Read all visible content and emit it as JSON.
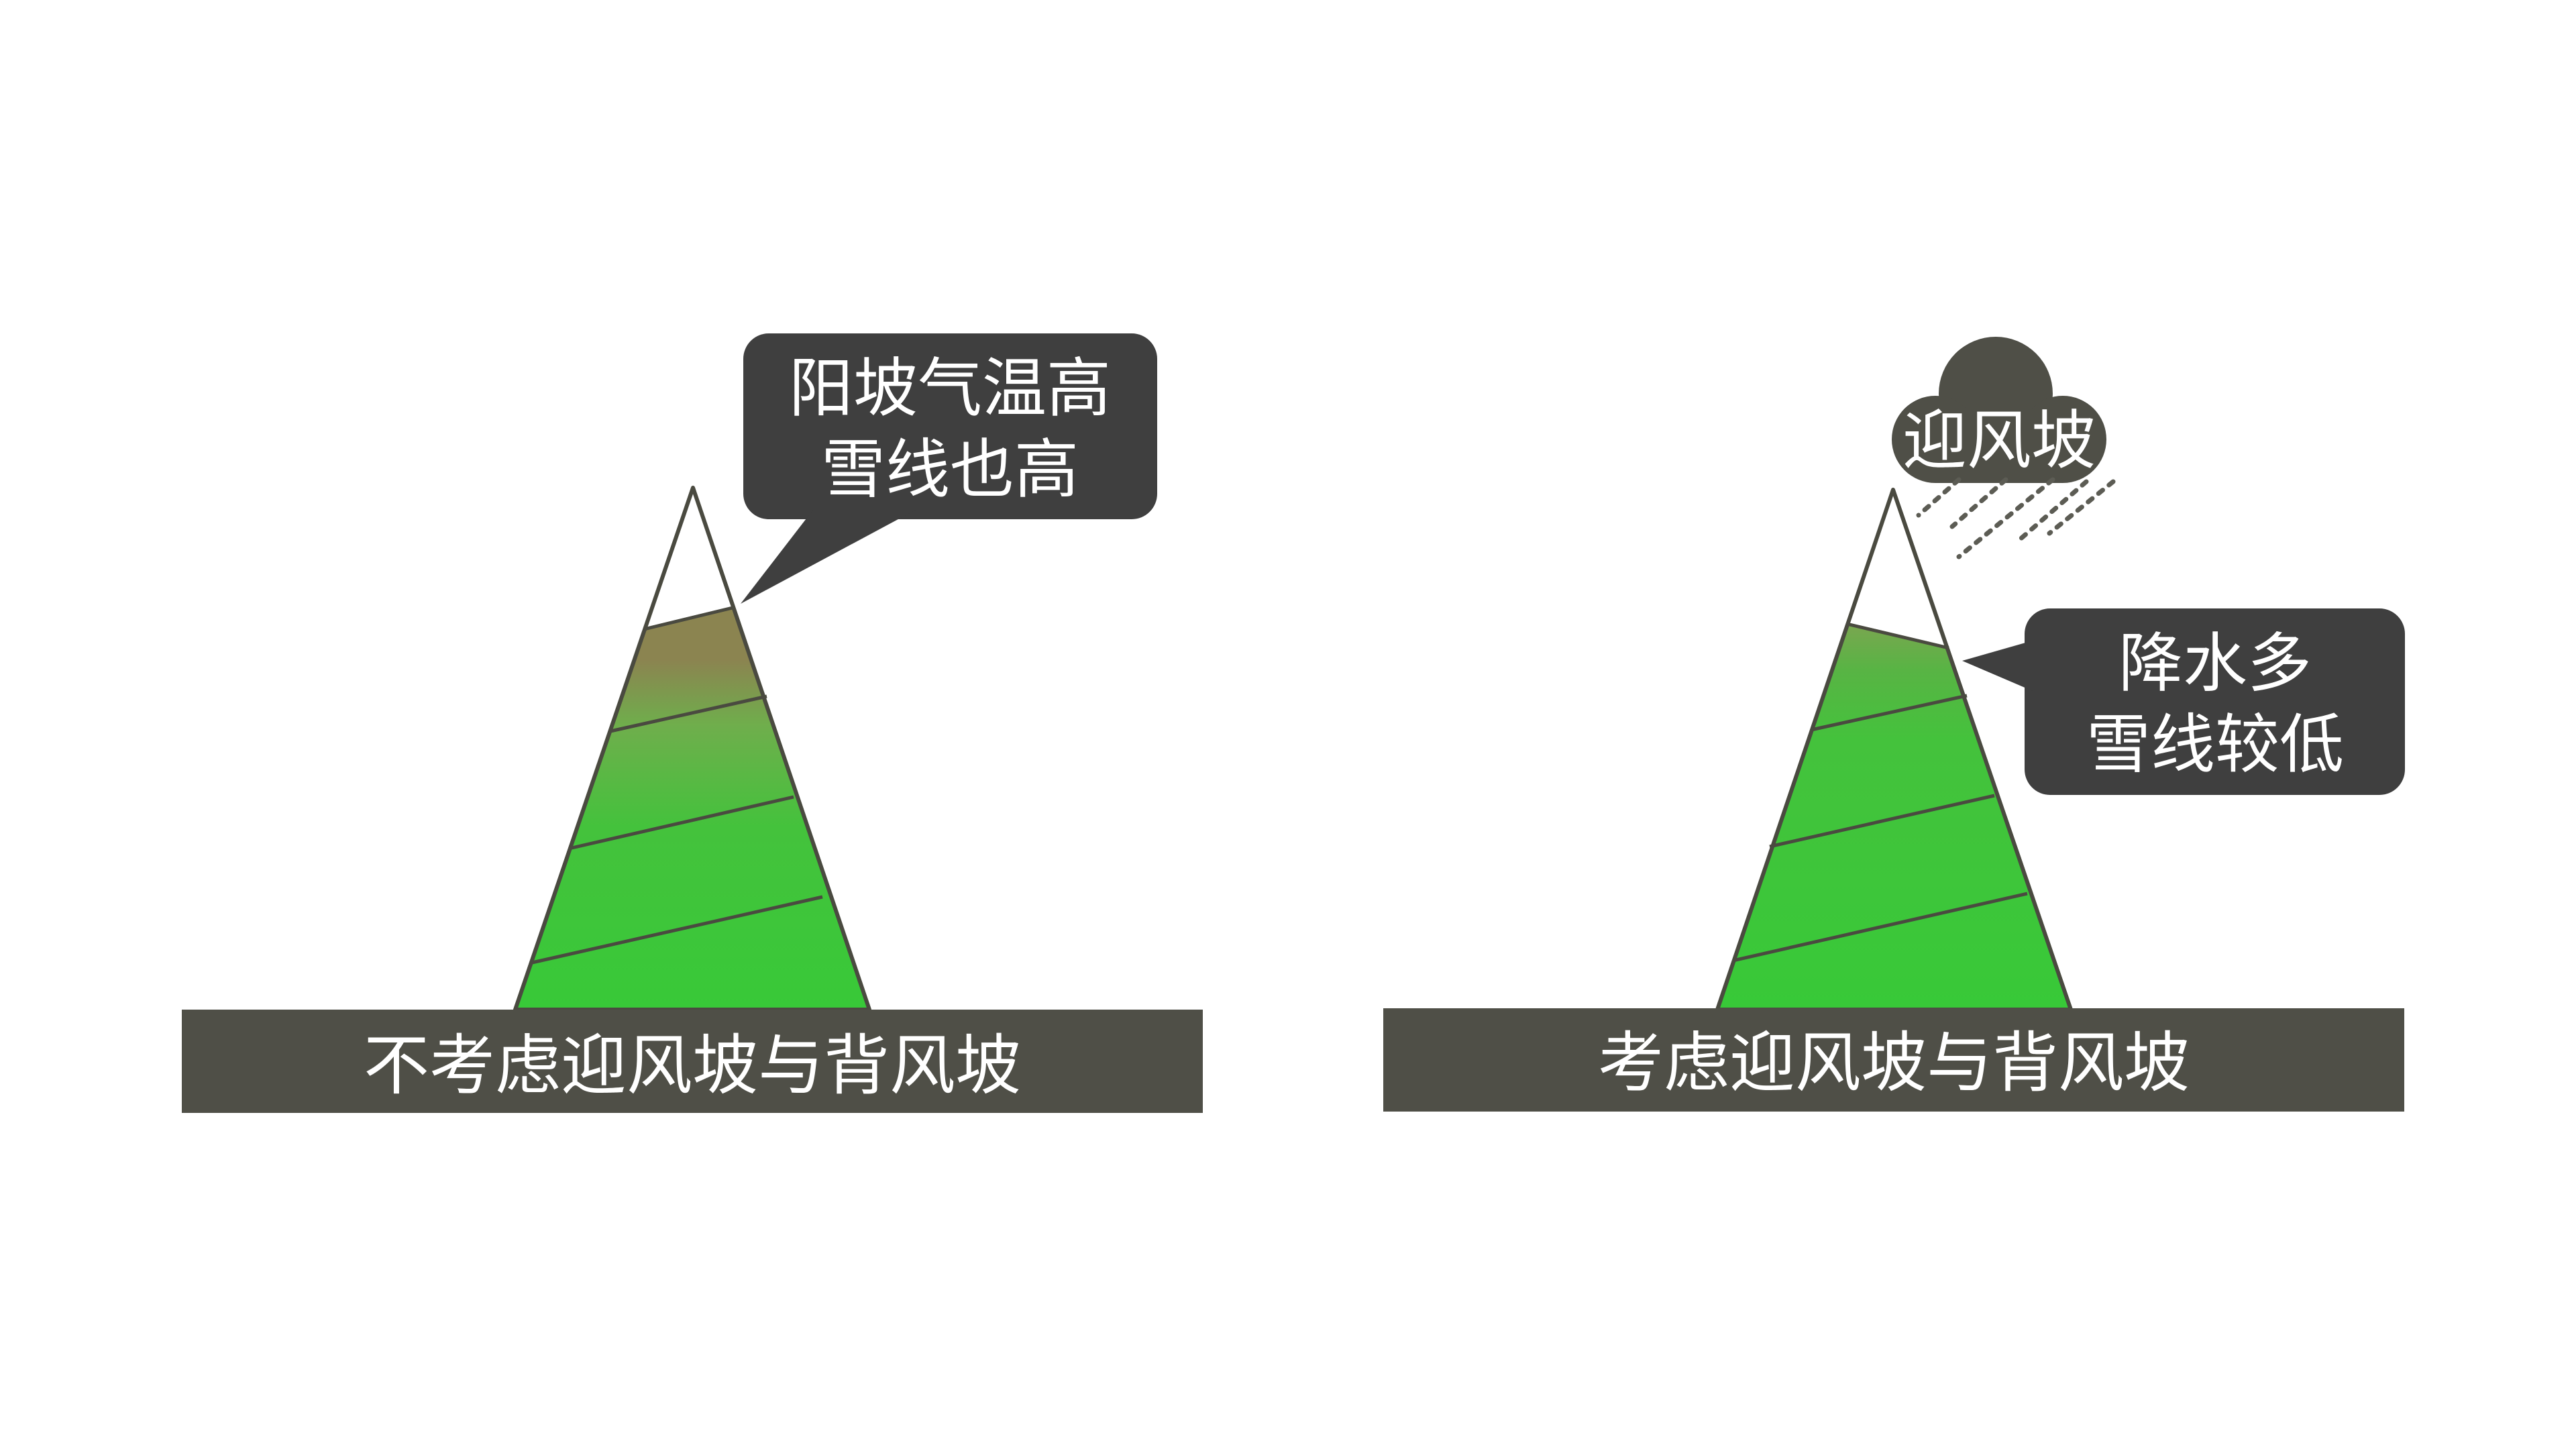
{
  "left_panel": {
    "base_label": "不考虑迎风坡与背风坡",
    "callout_lines": [
      "阳坡气温高",
      "雪线也高"
    ]
  },
  "right_panel": {
    "base_label": "考虑迎风坡与背风坡",
    "cloud_label": "迎风坡",
    "callout_lines": [
      "降水多",
      "雪线较低"
    ]
  },
  "colors": {
    "base_bar": "#4f4f47",
    "callout": "#3f3f3f",
    "cloud": "#4f4f47",
    "mountain_green": "#3ac93a",
    "mountain_mid_green": "#6fae4c",
    "mountain_brown": "#8b8450",
    "snow": "#ffffff",
    "outline": "#4a4a40"
  }
}
